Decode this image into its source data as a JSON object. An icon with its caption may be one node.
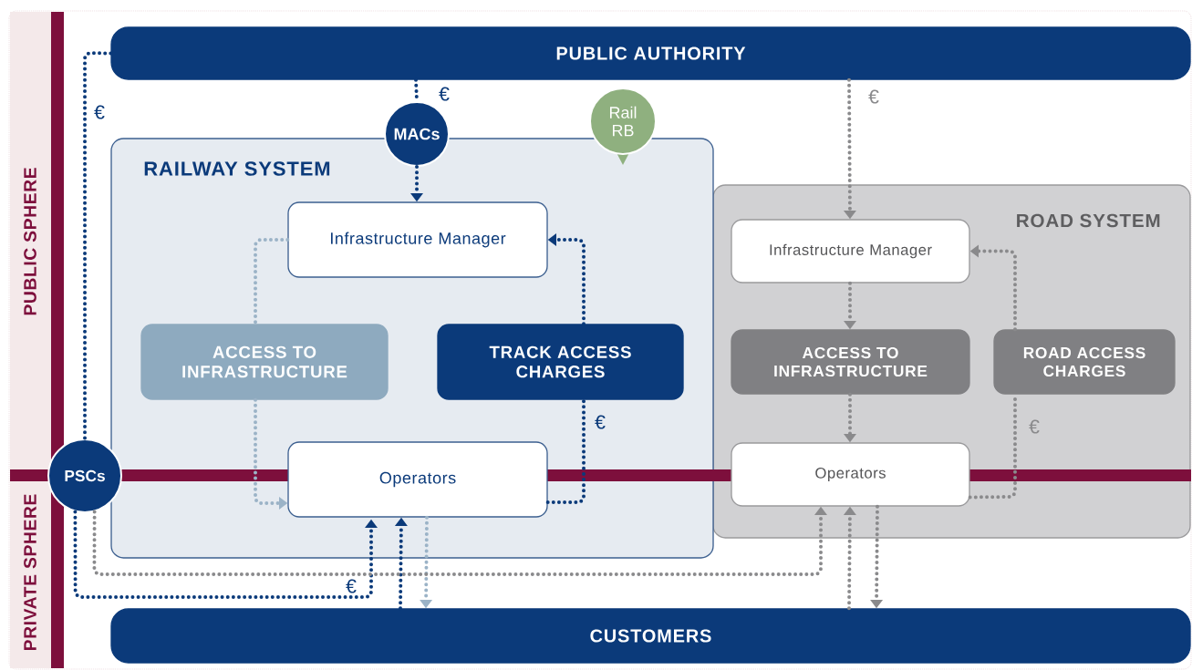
{
  "diagram": {
    "nodes": [
      {
        "text": [
          "PUBLIC AUTHORITY"
        ]
      },
      {
        "text": [
          "RAILWAY SYSTEM"
        ]
      },
      {
        "text": [
          "MACs"
        ]
      },
      {
        "text": [
          "Rail RB"
        ]
      },
      {
        "text": [
          "Infrastructure Manager"
        ],
        "in": 1
      },
      {
        "text": [
          "ACCESS TO INFRASTRUCTURE"
        ],
        "in": 1
      },
      {
        "text": [
          "TRACK ACCESS CHARGES"
        ],
        "in": 1
      },
      {
        "text": [
          "Operators"
        ],
        "in": 1
      },
      {
        "text": [
          "ROAD SYSTEM"
        ]
      },
      {
        "text": [
          "Infrastructure Manager"
        ],
        "in": 8
      },
      {
        "text": [
          "ACCESS TO INFRASTRUCTURE"
        ],
        "in": 8
      },
      {
        "text": [
          "ROAD ACCESS CHARGES"
        ],
        "in": 8
      },
      {
        "text": [
          "Operators"
        ],
        "in": 8
      },
      {
        "text": [
          "PSCs"
        ]
      },
      {
        "text": [
          "CUSTOMERS"
        ]
      }
    ],
    "edges": [
      {
        "from": 0,
        "to": 13,
        "arrow": "none",
        "label": "€",
        "color": "#0b3a7a"
      },
      {
        "from": 0,
        "to": 2,
        "arrow": "none",
        "label": "€",
        "color": "#0b3a7a"
      },
      {
        "from": 2,
        "to": 4,
        "arrow": "to",
        "color": "#0b3a7a"
      },
      {
        "from": 4,
        "to": 5,
        "arrow": "none",
        "color": "#9bb3c7"
      },
      {
        "from": 5,
        "to": 7,
        "arrow": "to",
        "color": "#9bb3c7"
      },
      {
        "from": 7,
        "to": 6,
        "arrow": "none",
        "label": "€",
        "color": "#0b3a7a"
      },
      {
        "from": 6,
        "to": 4,
        "arrow": "to",
        "color": "#0b3a7a"
      },
      {
        "from": 13,
        "to": 7,
        "arrow": "to",
        "label": "€",
        "color": "#0b3a7a"
      },
      {
        "from": 14,
        "to": 7,
        "arrow": "to",
        "color": "#0b3a7a"
      },
      {
        "from": 7,
        "to": 14,
        "arrow": "to",
        "color": "#9bb3c7"
      },
      {
        "from": 13,
        "to": 12,
        "arrow": "to",
        "color": "#8a8a8c"
      },
      {
        "from": 0,
        "to": 9,
        "arrow": "to",
        "label": "€",
        "color": "#8a8a8c"
      },
      {
        "from": 9,
        "to": 10,
        "arrow": "to",
        "color": "#8a8a8c"
      },
      {
        "from": 10,
        "to": 12,
        "arrow": "to",
        "color": "#8a8a8c"
      },
      {
        "from": 12,
        "to": 11,
        "arrow": "none",
        "label": "€",
        "color": "#8a8a8c"
      },
      {
        "from": 11,
        "to": 9,
        "arrow": "to",
        "color": "#8a8a8c"
      },
      {
        "from": 14,
        "to": 12,
        "arrow": "to",
        "color": "#8a8a8c"
      },
      {
        "from": 12,
        "to": 14,
        "arrow": "to",
        "color": "#8a8a8c"
      }
    ],
    "labels": [
      "PUBLIC SPHERE",
      "PRIVATE SPHERE"
    ]
  }
}
